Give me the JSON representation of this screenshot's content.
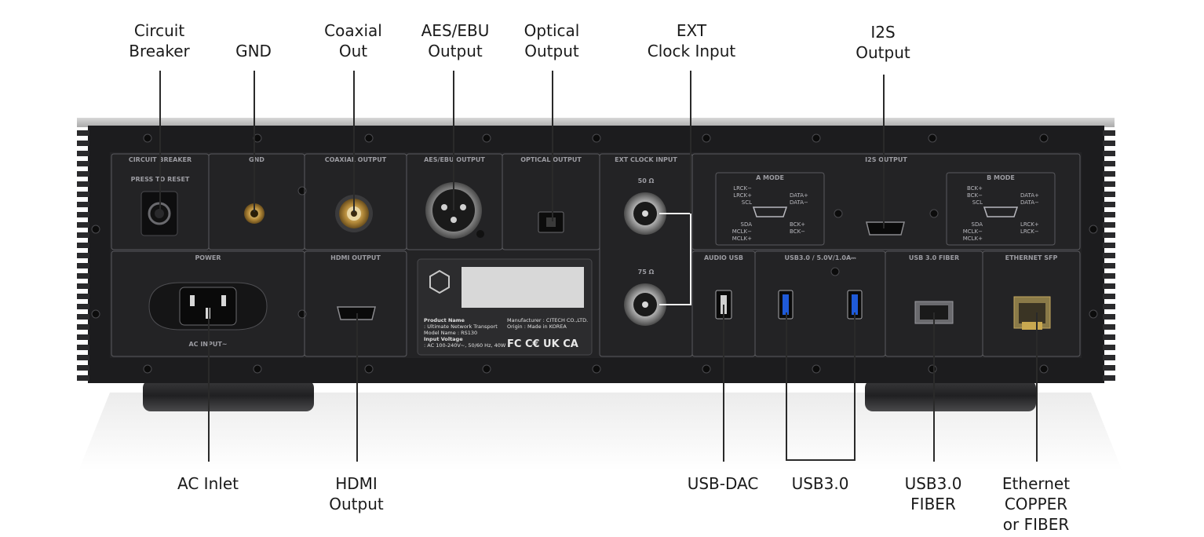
{
  "callouts_top": [
    {
      "id": "circuit-breaker",
      "lines": [
        "Circuit",
        "Breaker"
      ]
    },
    {
      "id": "gnd",
      "lines": [
        "GND"
      ]
    },
    {
      "id": "coaxial-out",
      "lines": [
        "Coaxial",
        "Out"
      ]
    },
    {
      "id": "aes-ebu-output",
      "lines": [
        "AES/EBU",
        "Output"
      ]
    },
    {
      "id": "optical-output",
      "lines": [
        "Optical",
        "Output"
      ]
    },
    {
      "id": "ext-clock-input",
      "lines": [
        "EXT",
        "Clock Input"
      ]
    },
    {
      "id": "i2s-output",
      "lines": [
        "I2S",
        "Output"
      ]
    }
  ],
  "callouts_bottom": [
    {
      "id": "ac-inlet",
      "lines": [
        "AC Inlet"
      ]
    },
    {
      "id": "hdmi-output",
      "lines": [
        "HDMI",
        "Output"
      ]
    },
    {
      "id": "usb-dac",
      "lines": [
        "USB-DAC"
      ]
    },
    {
      "id": "usb3",
      "lines": [
        "USB3.0"
      ]
    },
    {
      "id": "usb3-fiber",
      "lines": [
        "USB3.0",
        "FIBER"
      ]
    },
    {
      "id": "ethernet",
      "lines": [
        "Ethernet",
        "COPPER",
        "or FIBER"
      ]
    }
  ],
  "panel": {
    "circuit_breaker": "CIRCUIT BREAKER",
    "press_to_reset": "PRESS TO RESET",
    "gnd": "GND",
    "coaxial_output": "COAXIAL OUTPUT",
    "aes_ebu_output": "AES/EBU OUTPUT",
    "optical_output": "OPTICAL OUTPUT",
    "ext_clock_input": "EXT CLOCK INPUT",
    "ohm50": "50 Ω",
    "ohm75": "75 Ω",
    "i2s_output": "I2S OUTPUT",
    "a_mode": "A MODE",
    "b_mode": "B MODE",
    "power": "POWER",
    "ac_input": "AC INPUT~",
    "hdmi_output": "HDMI OUTPUT",
    "audio_usb": "AUDIO USB",
    "usb30": "USB3.0 / 5.0V/1.0A⎓",
    "usb30_fiber": "USB 3.0 FIBER",
    "ethernet_sfp": "ETHERNET SFP"
  },
  "a_mode_left": [
    "LRCK−",
    "LRCK+",
    "SCL",
    "SDA",
    "MCLK−",
    "MCLK+"
  ],
  "a_mode_right": [
    "DATA+",
    "DATA−",
    "BCK+",
    "BCK−"
  ],
  "b_mode_left": [
    "BCK+",
    "BCK−",
    "SCL",
    "SDA",
    "MCLK−",
    "MCLK+"
  ],
  "b_mode_right": [
    "DATA+",
    "DATA−",
    "LRCK+",
    "LRCK−"
  ],
  "label_plate": {
    "product_name_title": "Product Name",
    "product_name": ": Ultimate Network Transport",
    "model_name": "Model Name : RS130",
    "input_voltage_title": "Input Voltage",
    "input_voltage": ": AC 100-240V~, 50/60 Hz, 40W",
    "manufacturer": "Manufacturer : CITECH CO.,LTD.",
    "origin": "Origin : Made in KOREA",
    "marks": "FC C€ UK CA"
  }
}
